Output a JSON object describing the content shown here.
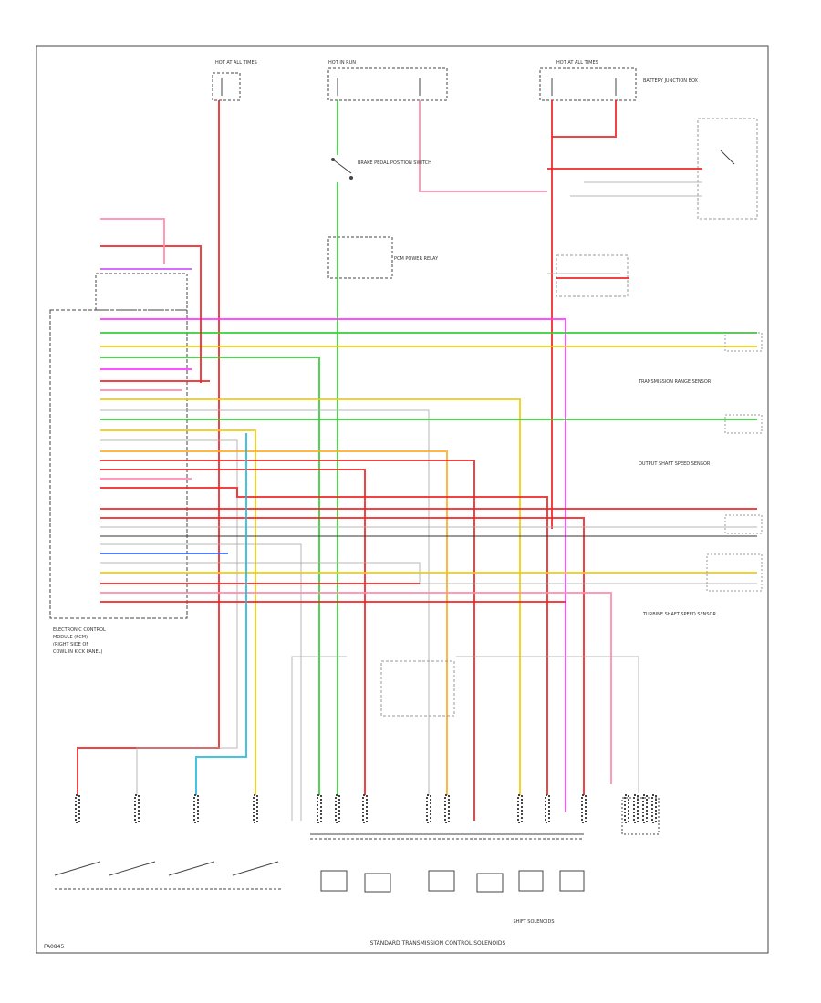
{
  "title": "STANDARD TRANSMISSION CONTROL SOLENOIDS",
  "pcm_label": [
    "ELECTRONIC CONTROL",
    "MODULE (PCM)",
    "(RIGHT SIDE OF",
    "COWL IN KICK PANEL)"
  ],
  "diagram_code": "FA0845",
  "component_labels": [
    "HOT AT ALL TIMES",
    "HOT IN RUN",
    "HOT AT ALL TIMES",
    "BATTERY JUNCTION BOX",
    "BRAKE PEDAL POSITION SWITCH",
    "PCM POWER RELAY",
    "TRANSMISSION RANGE SENSOR",
    "OUTPUT SHAFT SPEED SENSOR",
    "TURBINE SHAFT SPEED SENSOR",
    "SHIFT SOLENOIDS"
  ],
  "colors": {
    "red": "#ee2222",
    "pink": "#ff88aa",
    "magenta": "#ff33ff",
    "green": "#33cc33",
    "yellow": "#eecc00",
    "orange": "#ffaa22",
    "blue": "#3366ff",
    "cyan": "#22bbdd",
    "gray": "#aaaaaa",
    "dark": "#333333",
    "violet": "#cc55ff"
  }
}
